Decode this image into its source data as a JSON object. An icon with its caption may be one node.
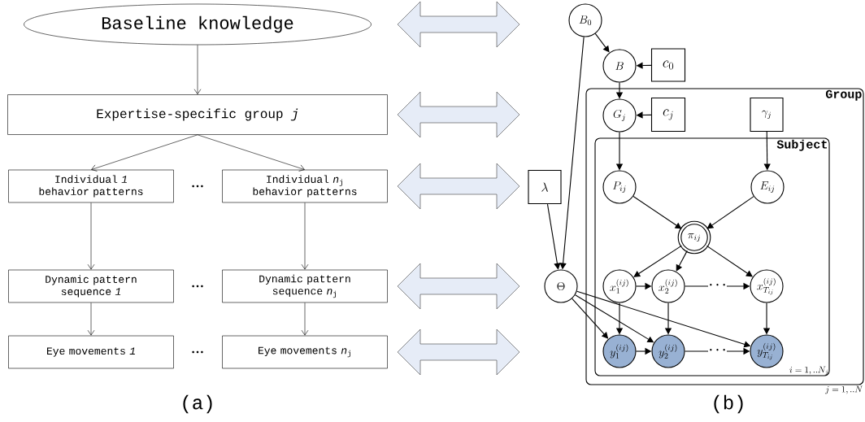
{
  "diagram": {
    "nodes": [
      {
        "text": [
          "Baseline knowledge"
        ]
      },
      {
        "text": [
          "Expertise-specific group *j*"
        ]
      },
      {
        "text": [
          "Individual *1* behavior patterns"
        ]
      },
      {
        "text": [
          "Individual *n*$_{j}$ behavior patterns"
        ]
      },
      {
        "text": [
          "Dynamic pattern sequence *1*"
        ]
      },
      {
        "text": [
          "Dynamic pattern sequence *n*$_{j}$"
        ]
      },
      {
        "text": [
          "Eye movements *1*"
        ]
      },
      {
        "text": [
          "Eye movements *n*$_{j}$"
        ]
      },
      {
        "text": [
          "Group"
        ],
        "beside": [
          "j=1,..N"
        ]
      },
      {
        "text": [
          "Subject"
        ],
        "beside": [
          "i=1,..N_j"
        ],
        "in": 8
      },
      {
        "text": [
          "B_0"
        ]
      },
      {
        "text": [
          "B"
        ]
      },
      {
        "text": [
          "c_0"
        ]
      },
      {
        "text": [
          "G_j"
        ],
        "in": 8
      },
      {
        "text": [
          "c_j"
        ],
        "in": 8
      },
      {
        "text": [
          "\\gamma_j"
        ],
        "in": 8
      },
      {
        "text": [
          "\\lambda"
        ]
      },
      {
        "text": [
          "P_{ij}"
        ],
        "in": 9
      },
      {
        "text": [
          "E_{ij}"
        ],
        "in": 9
      },
      {
        "text": [
          "\\pi_{ij}"
        ],
        "in": 9
      },
      {
        "text": [
          "\\Theta"
        ]
      },
      {
        "text": [
          "x_1^{(ij)}"
        ],
        "in": 9
      },
      {
        "text": [
          "x_2^{(ij)}"
        ],
        "in": 9
      },
      {
        "text": [
          "x_{T_{ij}}^{(ij)}"
        ],
        "in": 9
      },
      {
        "text": [
          "y_1^{(ij)}"
        ],
        "in": 9
      },
      {
        "text": [
          "y_2^{(ij)}"
        ],
        "in": 9
      },
      {
        "text": [
          "y_{T_{ij}}^{(ij)}"
        ],
        "in": 9
      }
    ],
    "edges": [
      {
        "from": 0,
        "to": 1,
        "arrow": "to"
      },
      {
        "from": 1,
        "to": 2,
        "arrow": "to"
      },
      {
        "from": 1,
        "to": 3,
        "arrow": "to"
      },
      {
        "from": 2,
        "to": 4,
        "arrow": "to"
      },
      {
        "from": 3,
        "to": 5,
        "arrow": "to"
      },
      {
        "from": 4,
        "to": 6,
        "arrow": "to"
      },
      {
        "from": 5,
        "to": 7,
        "arrow": "to"
      },
      {
        "from": 0,
        "to": 10,
        "arrow": "both"
      },
      {
        "from": 1,
        "to": 8,
        "arrow": "both"
      },
      {
        "from": 3,
        "to": 16,
        "arrow": "both"
      },
      {
        "from": 5,
        "to": 20,
        "arrow": "both"
      },
      {
        "from": 7,
        "to": null,
        "arrow": "both"
      },
      {
        "from": 10,
        "to": 11,
        "arrow": "to"
      },
      {
        "from": 12,
        "to": 11,
        "arrow": "to"
      },
      {
        "from": 11,
        "to": 13,
        "arrow": "to"
      },
      {
        "from": 14,
        "to": 13,
        "arrow": "to"
      },
      {
        "from": 13,
        "to": 17,
        "arrow": "to"
      },
      {
        "from": 15,
        "to": 18,
        "arrow": "to"
      },
      {
        "from": 10,
        "to": 20,
        "arrow": "to"
      },
      {
        "from": 16,
        "to": 20,
        "arrow": "to"
      },
      {
        "from": 17,
        "to": 19,
        "arrow": "to"
      },
      {
        "from": 18,
        "to": 19,
        "arrow": "to"
      },
      {
        "from": 19,
        "to": 21,
        "arrow": "to"
      },
      {
        "from": 19,
        "to": 22,
        "arrow": "to"
      },
      {
        "from": 19,
        "to": 23,
        "arrow": "to"
      },
      {
        "from": 21,
        "to": 22,
        "arrow": "to"
      },
      {
        "from": 22,
        "to": 23,
        "arrow": "to",
        "label": "· · ·"
      },
      {
        "from": 21,
        "to": 24,
        "arrow": "to"
      },
      {
        "from": 22,
        "to": 25,
        "arrow": "to"
      },
      {
        "from": 23,
        "to": 26,
        "arrow": "to"
      },
      {
        "from": 24,
        "to": 25,
        "arrow": "to"
      },
      {
        "from": 25,
        "to": 26,
        "arrow": "to",
        "label": "· · ·"
      },
      {
        "from": 20,
        "to": 24,
        "arrow": "to"
      },
      {
        "from": 20,
        "to": 25,
        "arrow": "to"
      },
      {
        "from": 20,
        "to": 26,
        "arrow": "to"
      }
    ],
    "labels": [
      "…",
      "…",
      "…",
      "(a)",
      "(b)"
    ]
  }
}
